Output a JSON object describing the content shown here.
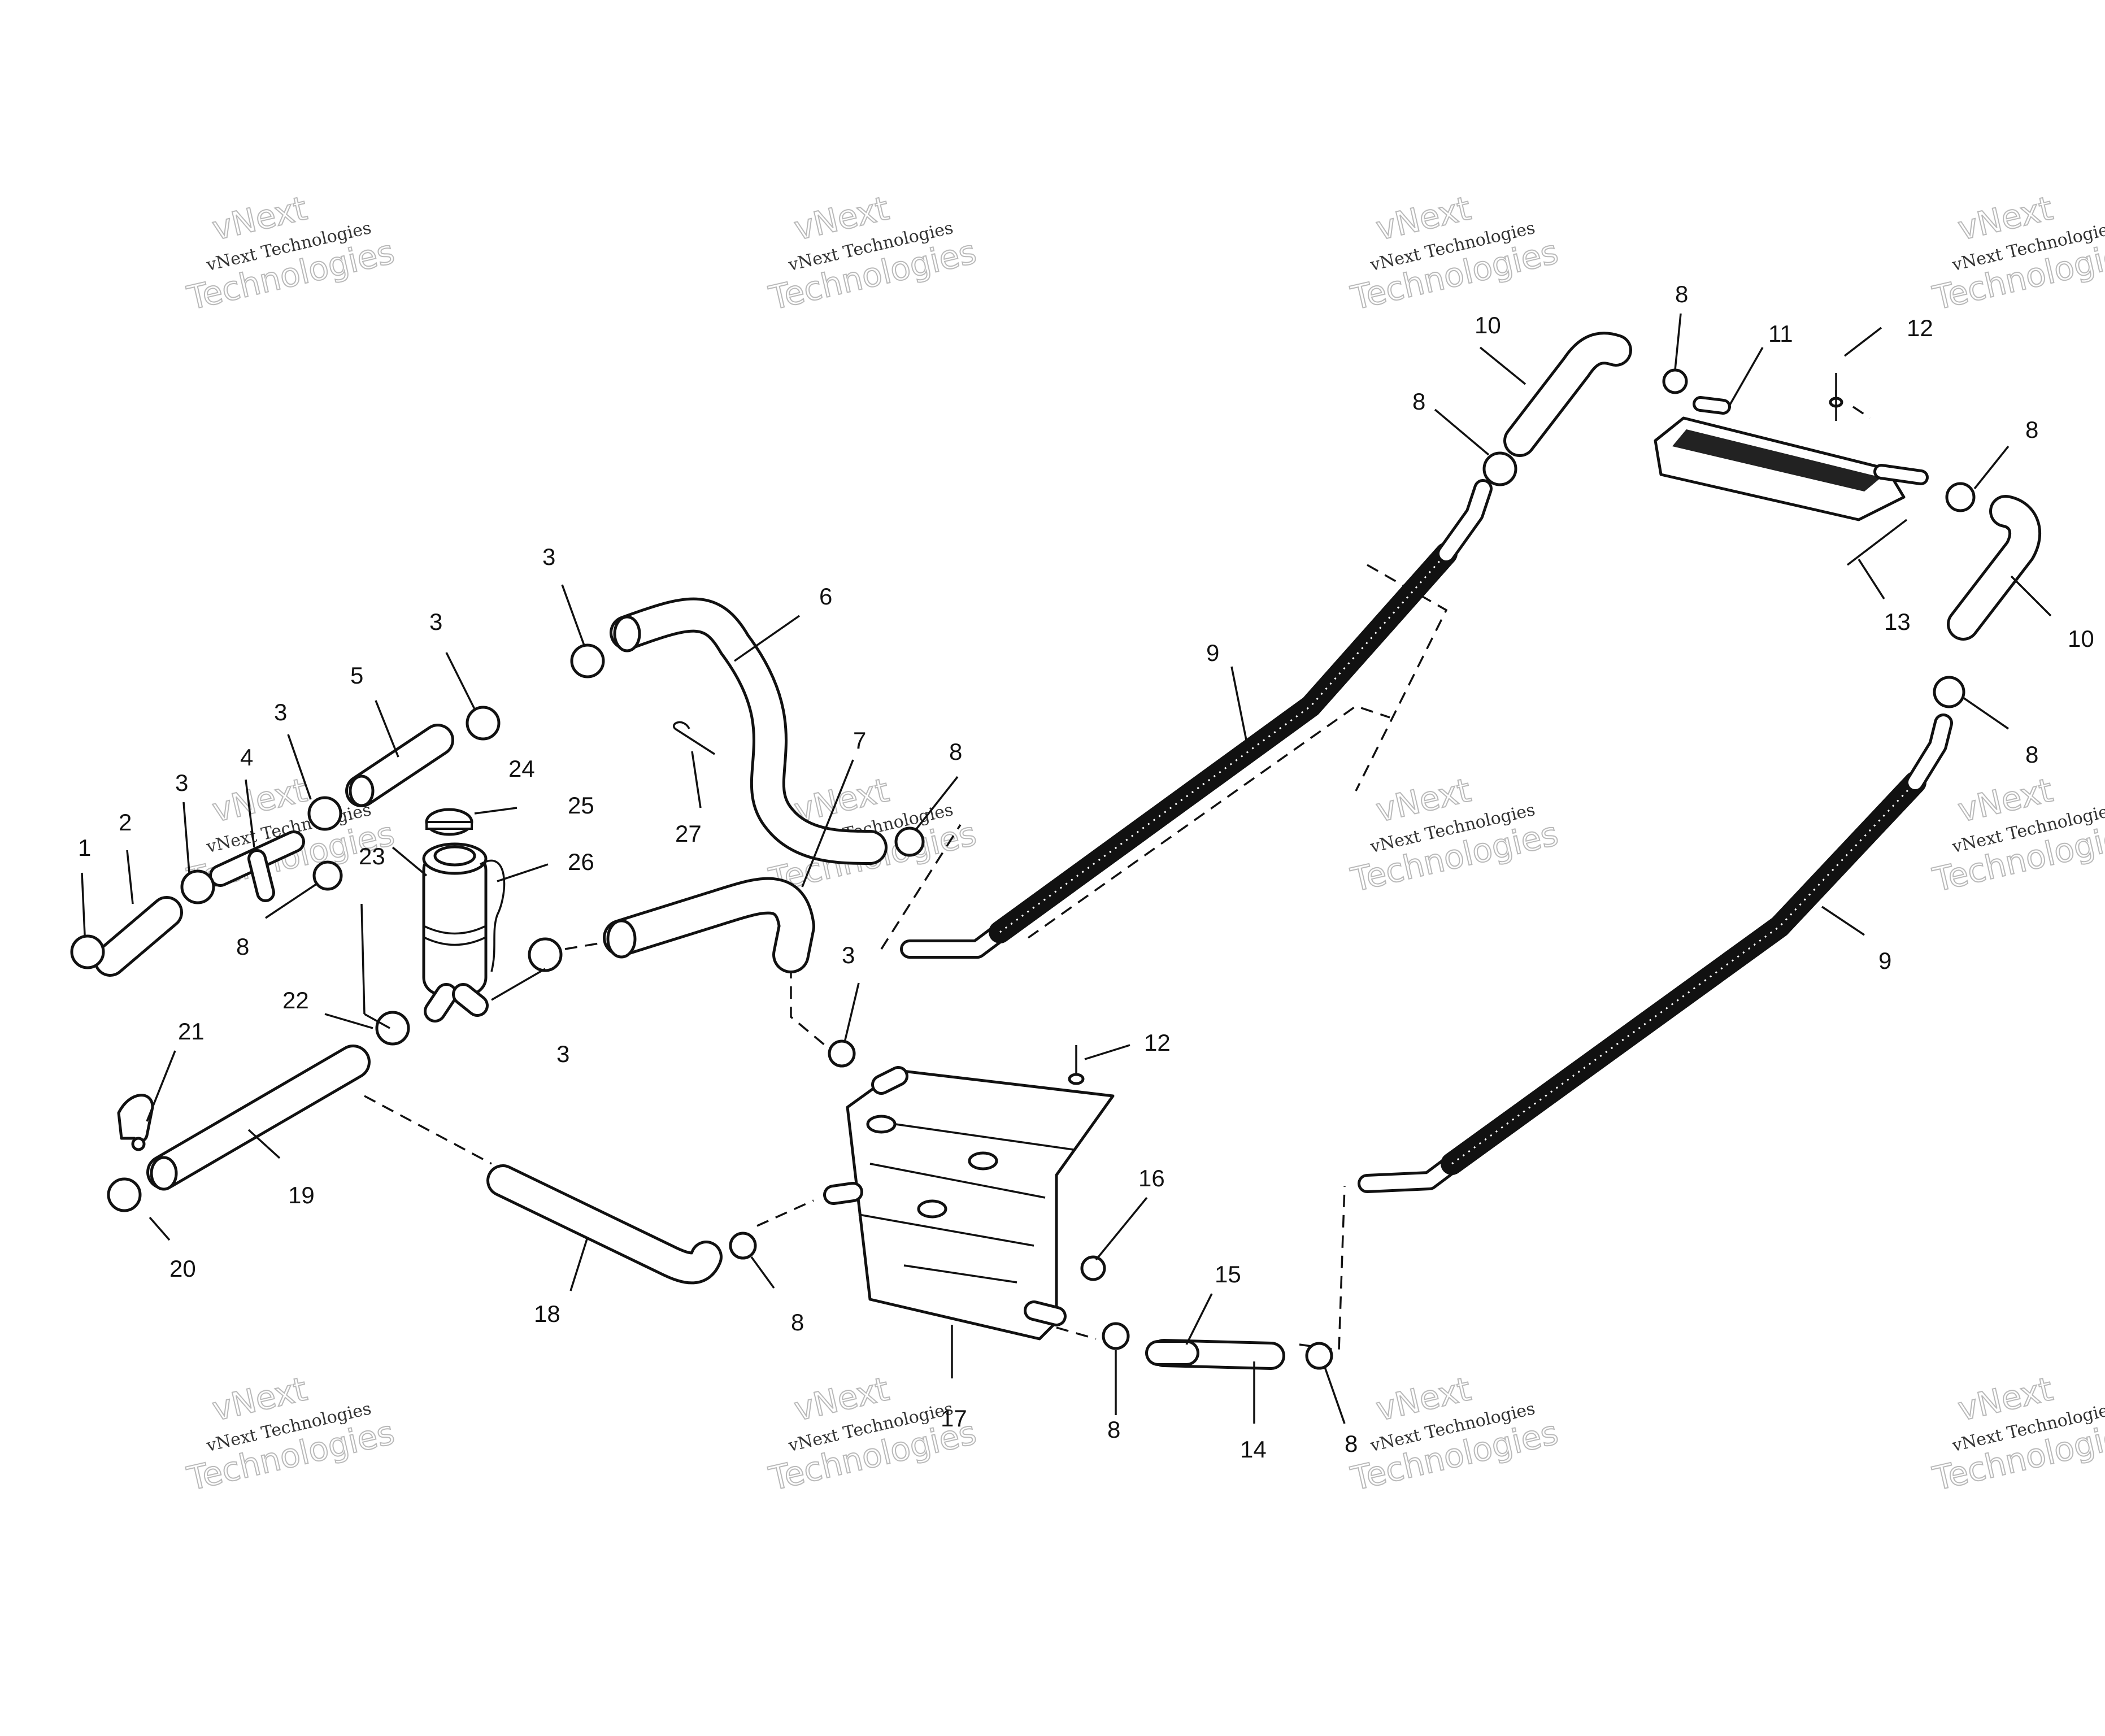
{
  "watermark": {
    "company": "vNext Technologies",
    "brand": "vNext",
    "word": "Technologies"
  },
  "callouts": [
    {
      "id": "1",
      "label": "1"
    },
    {
      "id": "2",
      "label": "2"
    },
    {
      "id": "3a",
      "label": "3"
    },
    {
      "id": "3b",
      "label": "3"
    },
    {
      "id": "3c",
      "label": "3"
    },
    {
      "id": "3d",
      "label": "3"
    },
    {
      "id": "3e",
      "label": "3"
    },
    {
      "id": "3f",
      "label": "3"
    },
    {
      "id": "4",
      "label": "4"
    },
    {
      "id": "5",
      "label": "5"
    },
    {
      "id": "6",
      "label": "6"
    },
    {
      "id": "7",
      "label": "7"
    },
    {
      "id": "8a",
      "label": "8"
    },
    {
      "id": "8b",
      "label": "8"
    },
    {
      "id": "8c",
      "label": "8"
    },
    {
      "id": "8d",
      "label": "8"
    },
    {
      "id": "8e",
      "label": "8"
    },
    {
      "id": "8f",
      "label": "8"
    },
    {
      "id": "8g",
      "label": "8"
    },
    {
      "id": "8h",
      "label": "8"
    },
    {
      "id": "8i",
      "label": "8"
    },
    {
      "id": "9a",
      "label": "9"
    },
    {
      "id": "9b",
      "label": "9"
    },
    {
      "id": "10a",
      "label": "10"
    },
    {
      "id": "10b",
      "label": "10"
    },
    {
      "id": "11",
      "label": "11"
    },
    {
      "id": "12a",
      "label": "12"
    },
    {
      "id": "12b",
      "label": "12"
    },
    {
      "id": "13",
      "label": "13"
    },
    {
      "id": "14",
      "label": "14"
    },
    {
      "id": "15",
      "label": "15"
    },
    {
      "id": "16",
      "label": "16"
    },
    {
      "id": "17",
      "label": "17"
    },
    {
      "id": "18",
      "label": "18"
    },
    {
      "id": "19",
      "label": "19"
    },
    {
      "id": "20",
      "label": "20"
    },
    {
      "id": "21",
      "label": "21"
    },
    {
      "id": "22",
      "label": "22"
    },
    {
      "id": "23",
      "label": "23"
    },
    {
      "id": "24",
      "label": "24"
    },
    {
      "id": "25",
      "label": "25"
    },
    {
      "id": "26",
      "label": "26"
    },
    {
      "id": "27",
      "label": "27"
    }
  ]
}
